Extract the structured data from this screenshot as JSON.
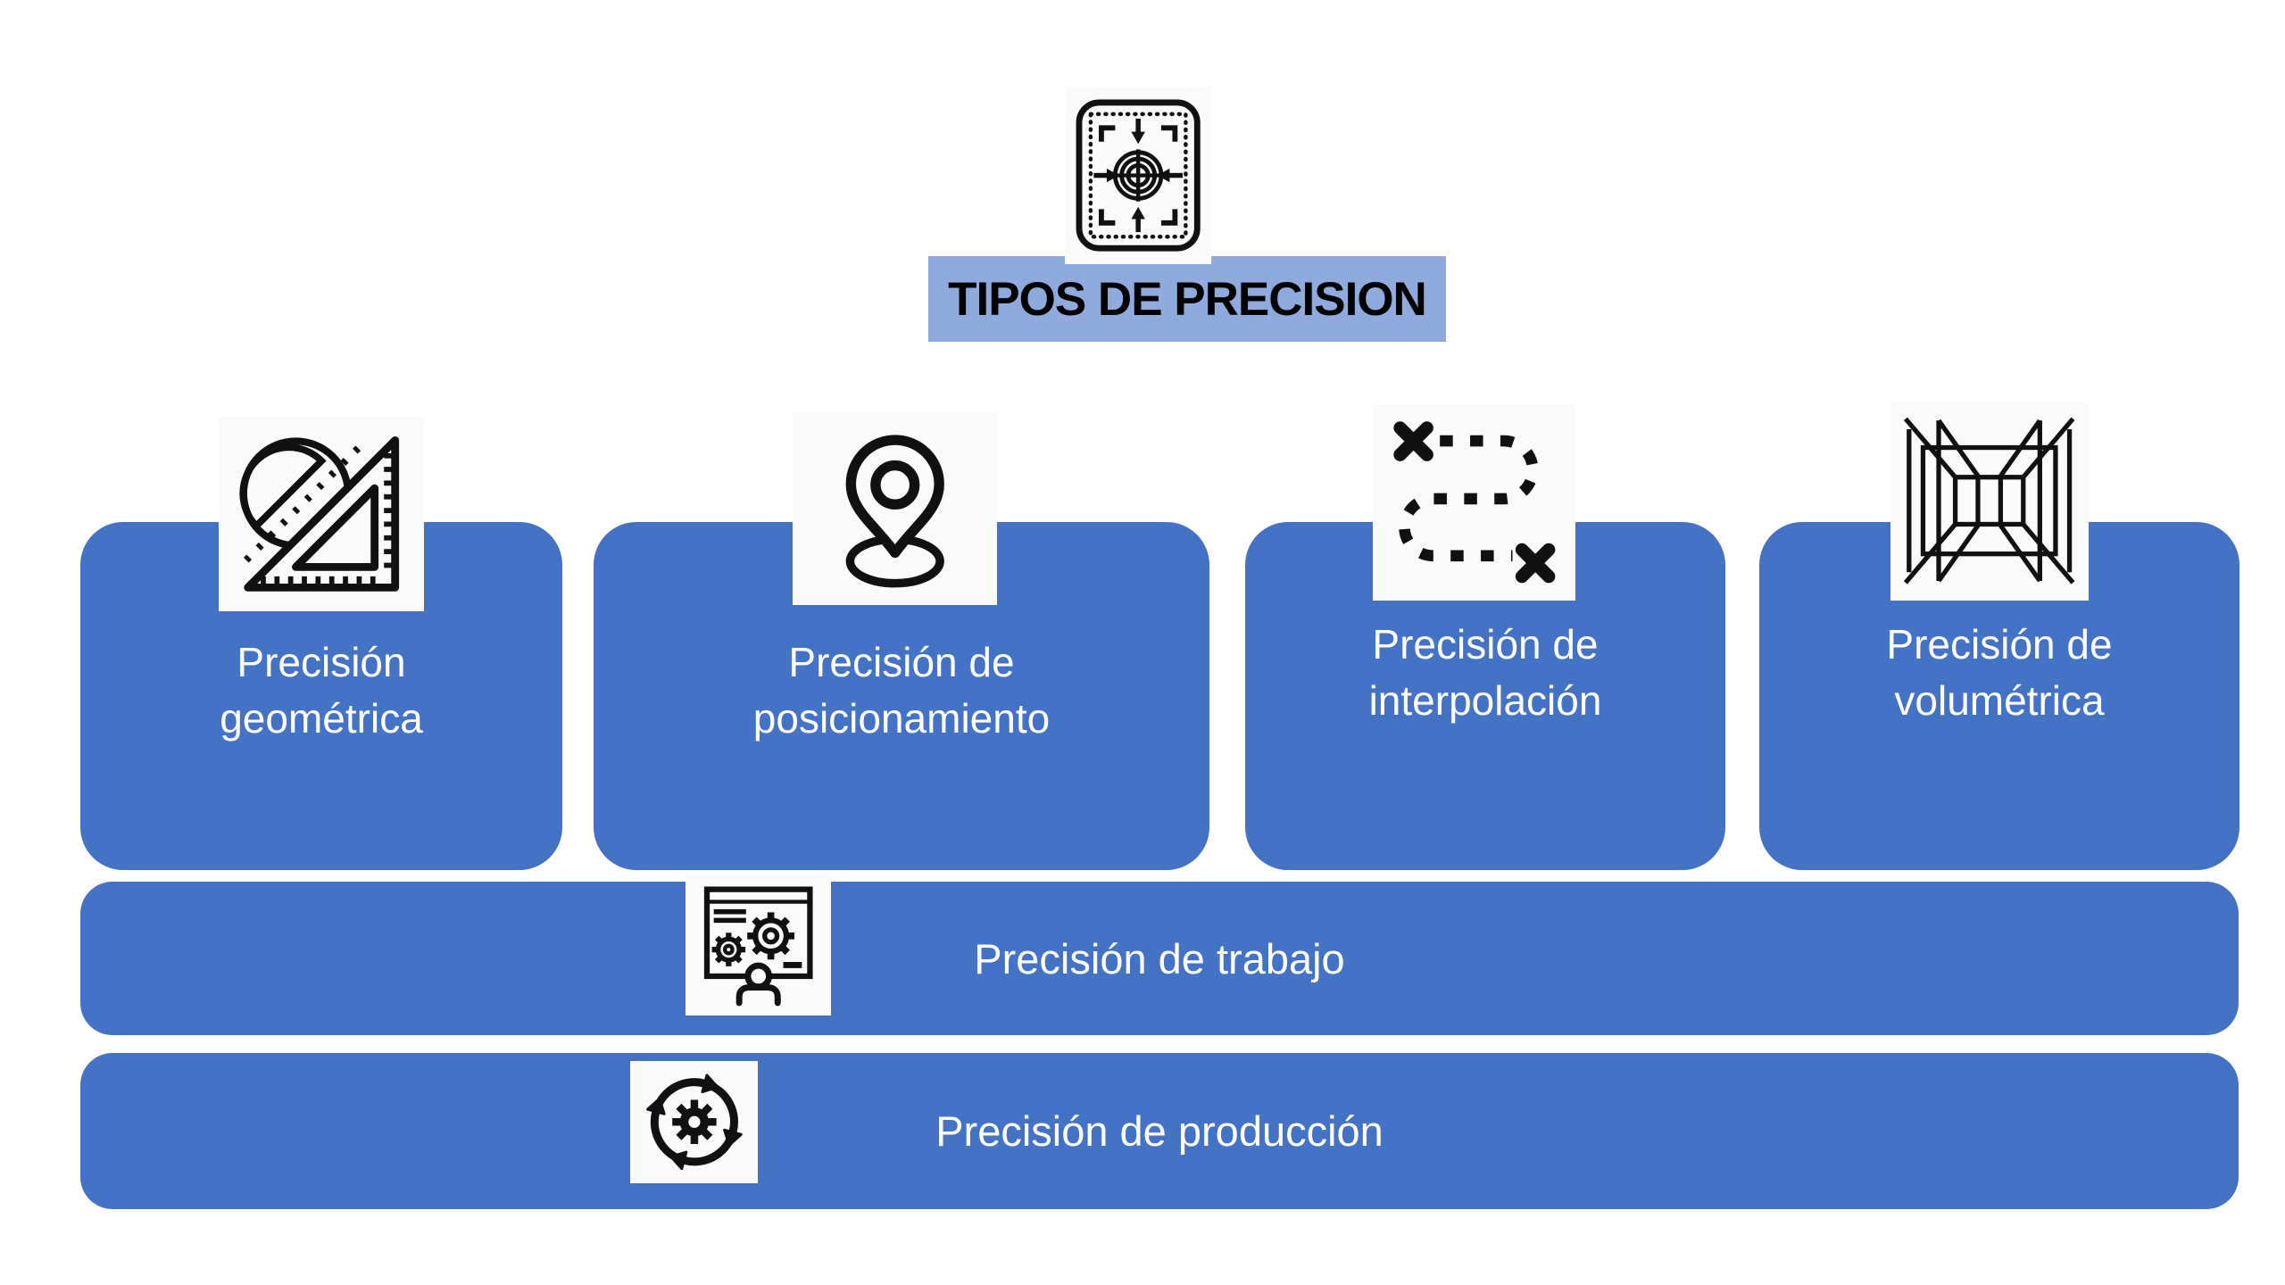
{
  "header": {
    "title": "TIPOS DE PRECISION",
    "icon": "calibration-target-icon"
  },
  "colors": {
    "box_blue": "#4472C4",
    "banner_blue": "#8FAADC",
    "icon_card_bg": "#FAFAFA",
    "text_on_blue": "#FFFFFF",
    "title_text": "#000000",
    "icon_stroke": "#111111",
    "page_bg": "#FFFFFF"
  },
  "type_boxes": [
    {
      "line1": "Precisión",
      "line2": "geométrica",
      "icon": "protractor-set-square-icon"
    },
    {
      "line1": "Precisión de",
      "line2": "posicionamiento",
      "icon": "location-pin-icon"
    },
    {
      "line1": "Precisión de",
      "line2": "interpolación",
      "icon": "dashed-route-icon"
    },
    {
      "line1": "Precisión de",
      "line2": "volumétrica",
      "icon": "wireframe-volume-icon"
    }
  ],
  "level_bars": [
    {
      "label": "Precisión de trabajo",
      "icon": "screen-gears-person-icon"
    },
    {
      "label": "Precisión de producción",
      "icon": "gear-cycle-arrows-icon"
    }
  ]
}
